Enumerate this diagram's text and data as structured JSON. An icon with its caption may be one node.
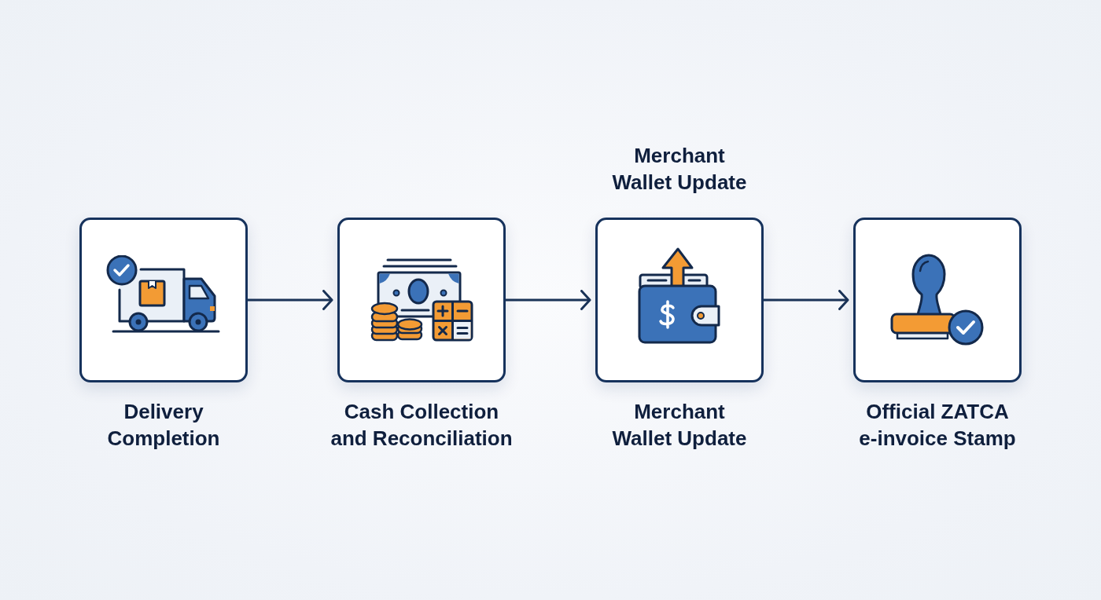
{
  "diagram": {
    "nodes": [
      {
        "text": [
          "Delivery Completion"
        ]
      },
      {
        "text": [
          "Cash Collection and Reconciliation"
        ]
      },
      {
        "text": [
          "Merchant Wallet Update"
        ],
        "beside": [
          "Merchant Wallet Update"
        ]
      },
      {
        "text": [
          "Official ZATCA e-invoice Stamp"
        ]
      }
    ],
    "edges": [
      {
        "from": 0,
        "to": 1,
        "arrow": "to"
      },
      {
        "from": 1,
        "to": 2,
        "arrow": "to"
      },
      {
        "from": 2,
        "to": 3,
        "arrow": "to"
      }
    ]
  }
}
